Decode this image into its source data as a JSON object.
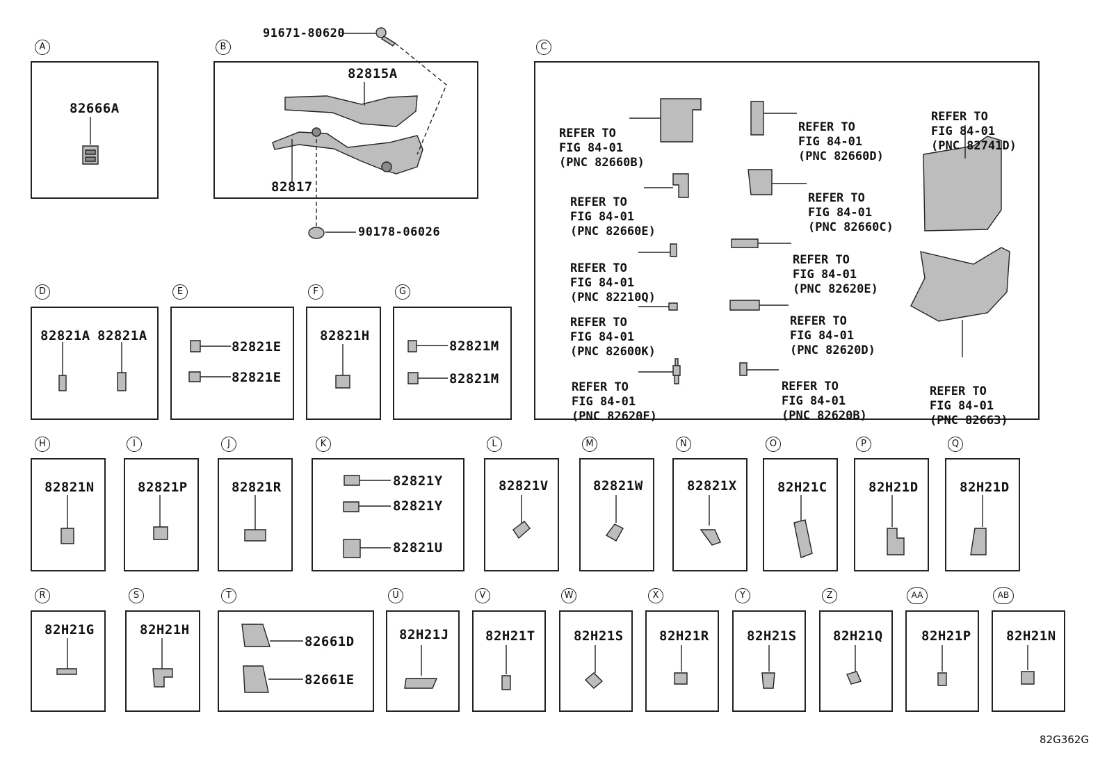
{
  "diagram_code": "82G362G",
  "sections": {
    "A": {
      "tag": "A",
      "parts": [
        "82666A"
      ]
    },
    "B": {
      "tag": "B",
      "parts": [
        "82815A",
        "82817"
      ],
      "fasteners": [
        "91671-80620",
        "90178-06026"
      ]
    },
    "C": {
      "tag": "C",
      "refs": [
        {
          "l1": "REFER TO",
          "l2": "FIG 84-01",
          "l3": "(PNC 82660B)"
        },
        {
          "l1": "REFER TO",
          "l2": "FIG 84-01",
          "l3": "(PNC 82660D)"
        },
        {
          "l1": "REFER TO",
          "l2": "FIG 84-01",
          "l3": "(PNC 82741D)"
        },
        {
          "l1": "REFER TO",
          "l2": "FIG 84-01",
          "l3": "(PNC 82660E)"
        },
        {
          "l1": "REFER TO",
          "l2": "FIG 84-01",
          "l3": "(PNC 82660C)"
        },
        {
          "l1": "REFER TO",
          "l2": "FIG 84-01",
          "l3": "(PNC 82210Q)"
        },
        {
          "l1": "REFER TO",
          "l2": "FIG 84-01",
          "l3": "(PNC 82620E)"
        },
        {
          "l1": "REFER TO",
          "l2": "FIG 84-01",
          "l3": "(PNC 82600K)"
        },
        {
          "l1": "REFER TO",
          "l2": "FIG 84-01",
          "l3": "(PNC 82620D)"
        },
        {
          "l1": "REFER TO",
          "l2": "FIG 84-01",
          "l3": "(PNC 82620F)"
        },
        {
          "l1": "REFER TO",
          "l2": "FIG 84-01",
          "l3": "(PNC 82620B)"
        },
        {
          "l1": "REFER TO",
          "l2": "FIG 84-01",
          "l3": "(PNC 82663)"
        }
      ]
    },
    "D": {
      "tag": "D",
      "parts": [
        "82821A",
        "82821A"
      ]
    },
    "E": {
      "tag": "E",
      "parts": [
        "82821E",
        "82821E"
      ]
    },
    "F": {
      "tag": "F",
      "parts": [
        "82821H"
      ]
    },
    "G": {
      "tag": "G",
      "parts": [
        "82821M",
        "82821M"
      ]
    },
    "H": {
      "tag": "H",
      "parts": [
        "82821N"
      ]
    },
    "I": {
      "tag": "I",
      "parts": [
        "82821P"
      ]
    },
    "J": {
      "tag": "J",
      "parts": [
        "82821R"
      ]
    },
    "K": {
      "tag": "K",
      "parts": [
        "82821Y",
        "82821Y",
        "82821U"
      ]
    },
    "L": {
      "tag": "L",
      "parts": [
        "82821V"
      ]
    },
    "M": {
      "tag": "M",
      "parts": [
        "82821W"
      ]
    },
    "N": {
      "tag": "N",
      "parts": [
        "82821X"
      ]
    },
    "O": {
      "tag": "O",
      "parts": [
        "82H21C"
      ]
    },
    "P": {
      "tag": "P",
      "parts": [
        "82H21D"
      ]
    },
    "Q": {
      "tag": "Q",
      "parts": [
        "82H21D"
      ]
    },
    "R": {
      "tag": "R",
      "parts": [
        "82H21G"
      ]
    },
    "S": {
      "tag": "S",
      "parts": [
        "82H21H"
      ]
    },
    "T": {
      "tag": "T",
      "parts": [
        "82661D",
        "82661E"
      ]
    },
    "U": {
      "tag": "U",
      "parts": [
        "82H21J"
      ]
    },
    "V": {
      "tag": "V",
      "parts": [
        "82H21T"
      ]
    },
    "W": {
      "tag": "W",
      "parts": [
        "82H21S"
      ]
    },
    "X": {
      "tag": "X",
      "parts": [
        "82H21R"
      ]
    },
    "Y": {
      "tag": "Y",
      "parts": [
        "82H21S"
      ]
    },
    "Z": {
      "tag": "Z",
      "parts": [
        "82H21Q"
      ]
    },
    "AA": {
      "tag": "AA",
      "parts": [
        "82H21P"
      ]
    },
    "AB": {
      "tag": "AB",
      "parts": [
        "82H21N"
      ]
    }
  }
}
